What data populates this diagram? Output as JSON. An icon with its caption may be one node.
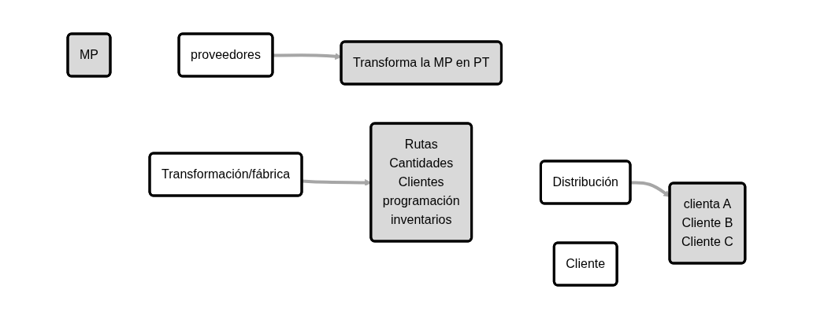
{
  "diagram": {
    "nodes": [
      {
        "text": [
          "MP"
        ]
      },
      {
        "text": [
          "proveedores"
        ]
      },
      {
        "text": [
          "Transformación/fábrica"
        ]
      },
      {
        "text": [
          "Transforma la MP en PT"
        ]
      },
      {
        "text": [
          "Rutas",
          "Cantidades",
          "Clientes",
          "programación",
          "inventarios"
        ]
      },
      {
        "text": [
          "Distribución"
        ]
      },
      {
        "text": [
          "Cliente"
        ]
      },
      {
        "text": [
          "clienta A",
          "Cliente B",
          "Cliente C"
        ]
      }
    ],
    "edges": [
      {
        "from": 1,
        "to": 3,
        "arrow": "to"
      },
      {
        "from": 2,
        "to": 4,
        "arrow": "to"
      },
      {
        "from": 5,
        "to": 7,
        "arrow": "to"
      }
    ]
  }
}
